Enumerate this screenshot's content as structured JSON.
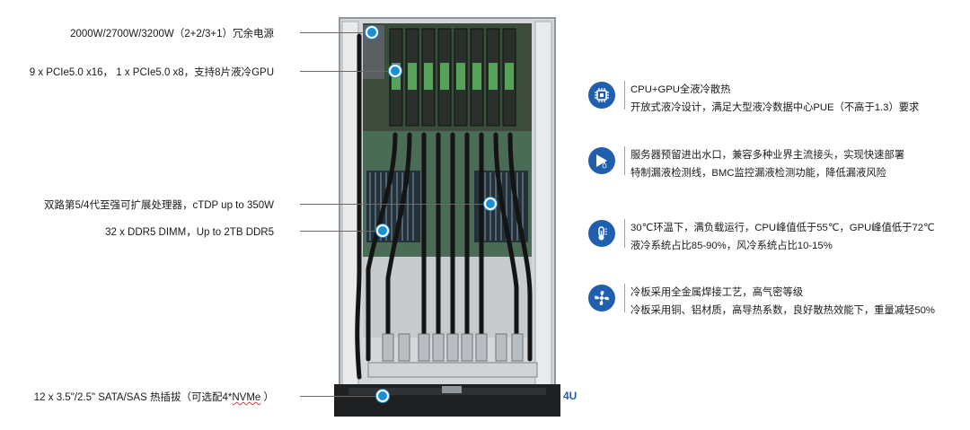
{
  "left_callouts": {
    "psu": "2000W/2700W/3200W（2+2/3+1）冗余电源",
    "pcie": "9 x PCIe5.0 x16， 1 x PCIe5.0 x8，支持8片液冷GPU",
    "cpu": "双路第5/4代至强可扩展处理器，cTDP up to 350W",
    "dimm": "32 x DDR5 DIMM，Up to 2TB DDR5",
    "storage_prefix": "12 x 3.5\"/2.5\" SATA/SAS 热插拔（可选配4*",
    "storage_nvme": "NVMe",
    "storage_suffix": " ）"
  },
  "features": [
    {
      "icon": "chip-icon",
      "line1": "CPU+GPU全液冷散热",
      "line2": "开放式液冷设计，满足大型液冷数据中心PUE（不高于1.3）要求"
    },
    {
      "icon": "water-connector-icon",
      "line1": "服务器预留进出水口，兼容多种业界主流接头，实现快速部署",
      "line2": "特制漏液检测线，BMC监控漏液检测功能，降低漏液风险"
    },
    {
      "icon": "thermometer-icon",
      "line1": "30℃环温下，满负载运行，CPU峰值低于55℃，GPU峰值低于72℃",
      "line2": "液冷系统占比85-90%，风冷系统占比10-15%"
    },
    {
      "icon": "fan-icon",
      "line1": "冷板采用全金属焊接工艺，高气密等级",
      "line2": "冷板采用铜、铝材质，高导热系数，良好散热效能下，重量减轻50%"
    }
  ],
  "chassis_label": "4U",
  "colors": {
    "accent": "#1b8fd6",
    "icon_bg": "#1f5fae"
  }
}
